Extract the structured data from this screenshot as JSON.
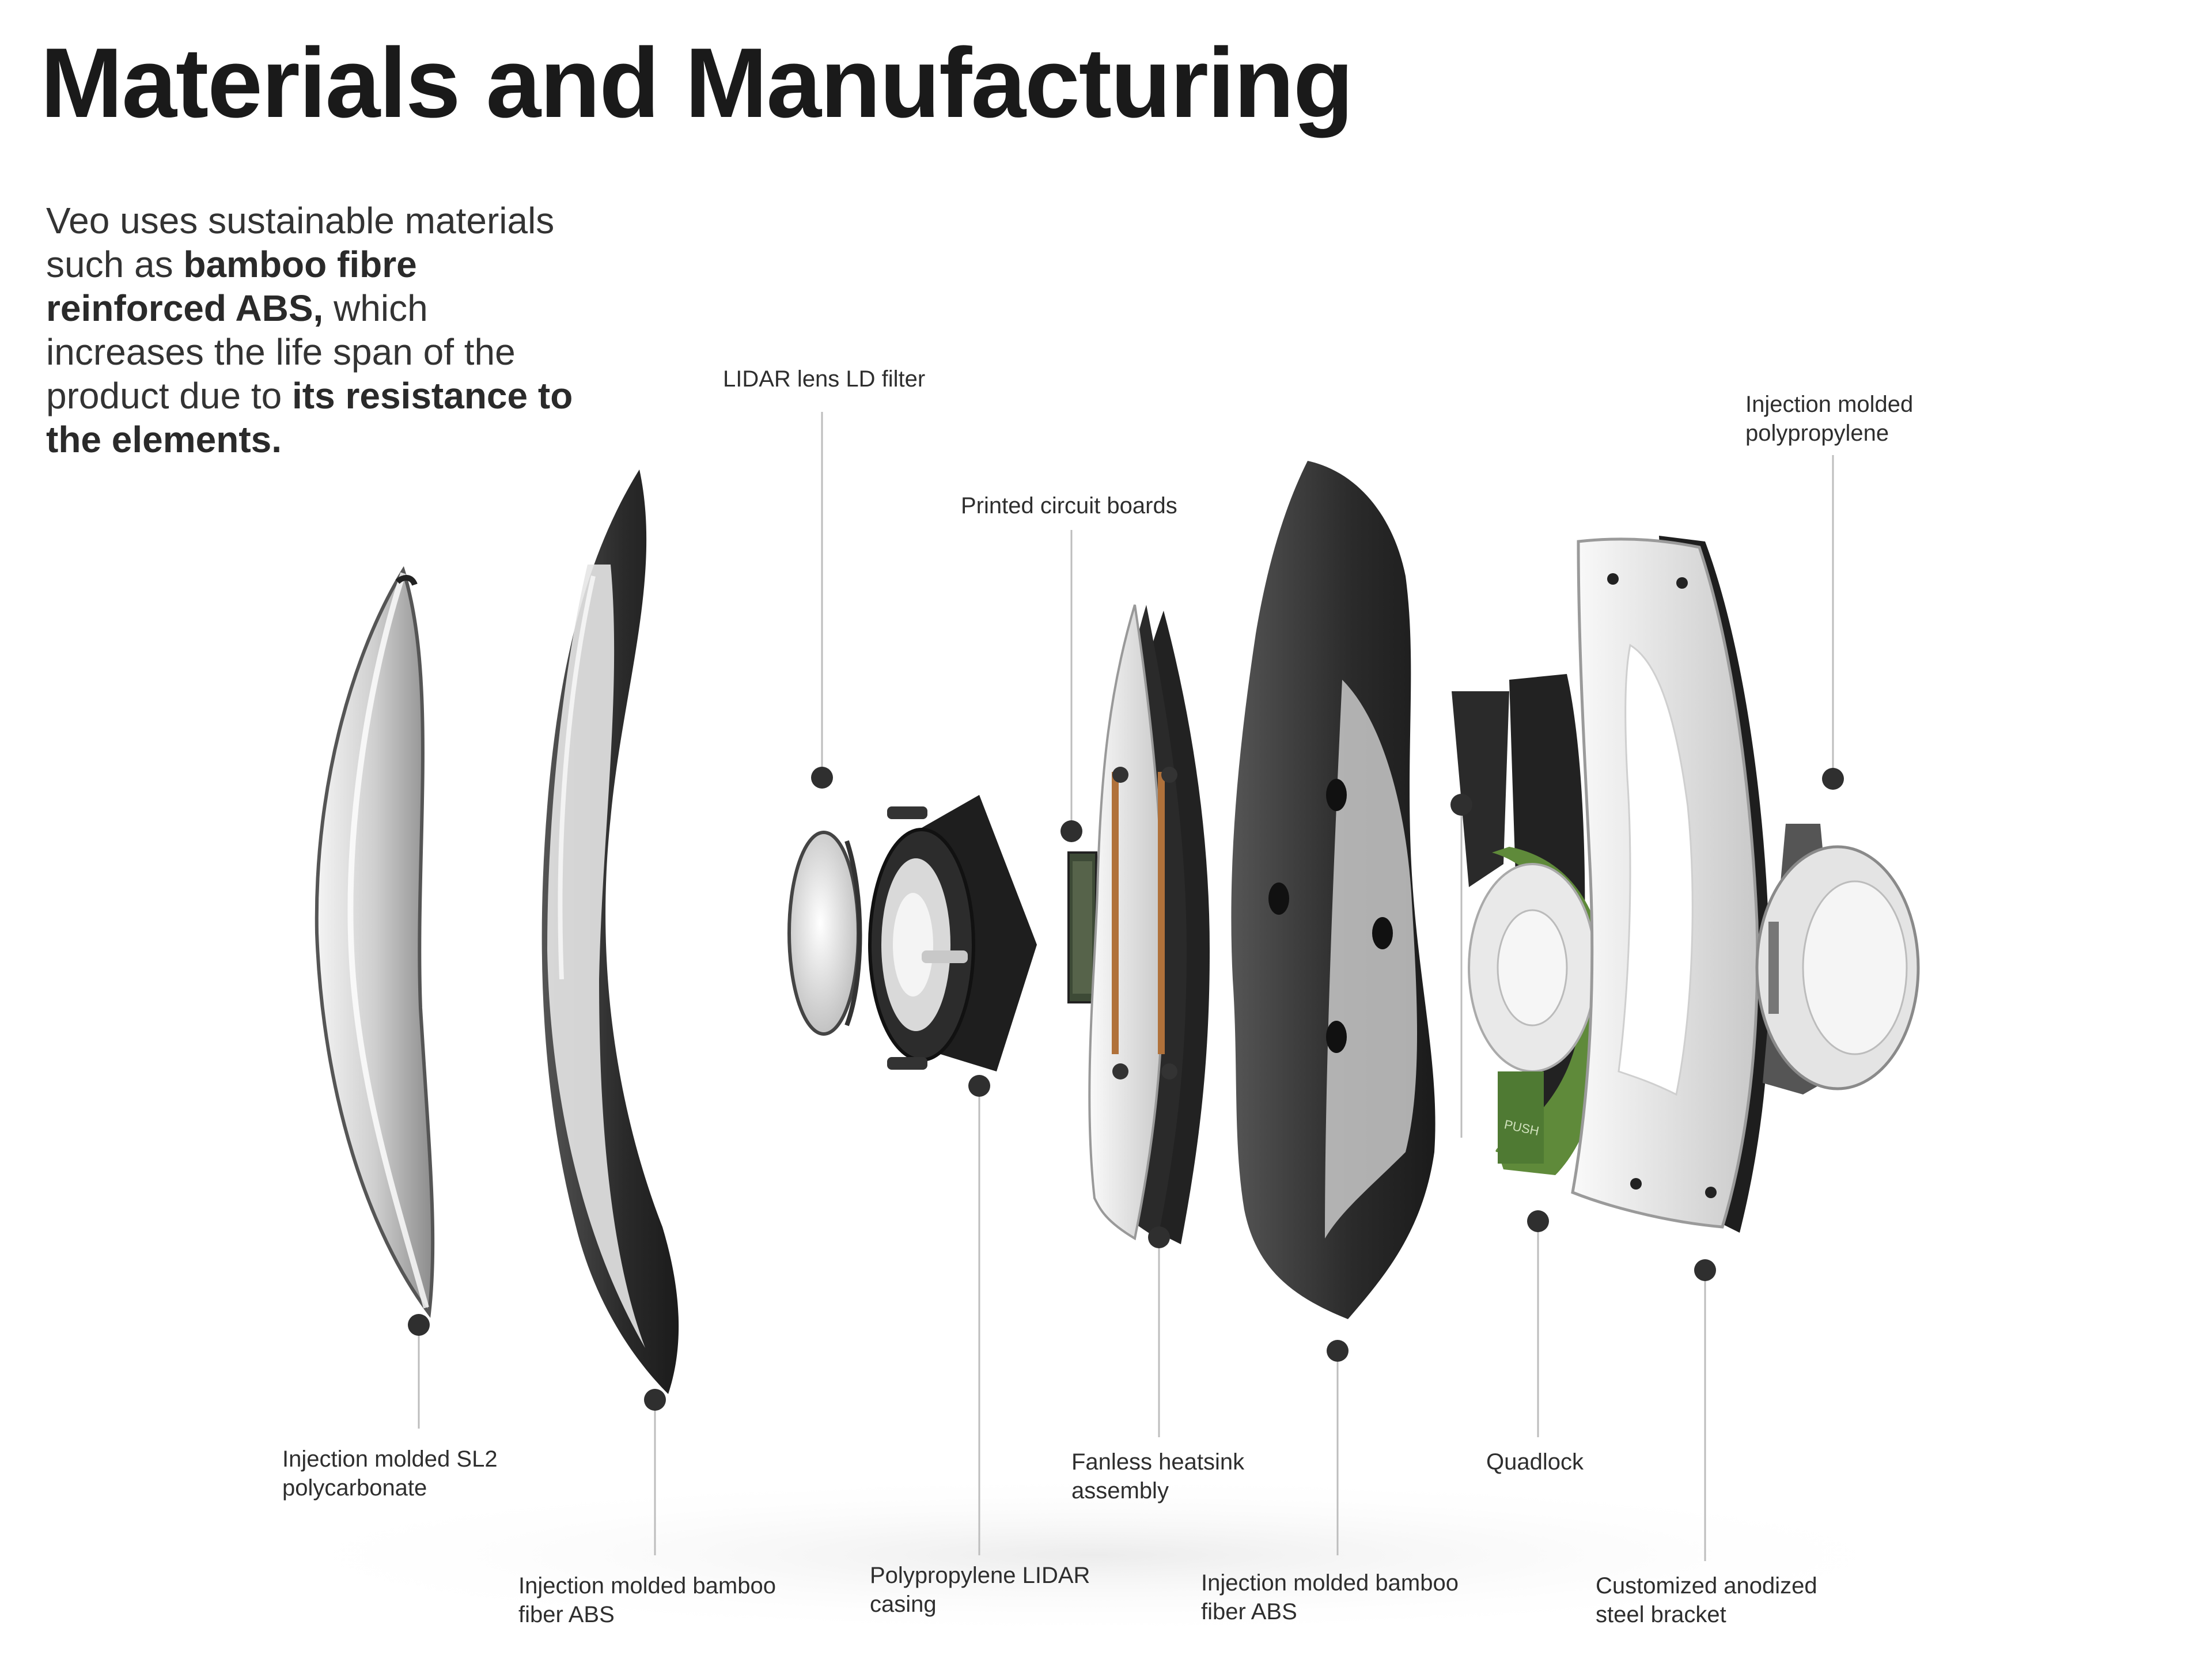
{
  "page": {
    "title": "Materials and Manufacturing",
    "intro": {
      "t1": "Veo uses sustainable materials such as ",
      "b1": "bamboo fibre reinforced ABS,",
      "t2": " which increases the life span of the product due to ",
      "b2": "its resistance to the elements."
    }
  },
  "labels": {
    "polycarbonate_shell": "Injection molded SL2\npolycarbonate",
    "bamboo_abs_front": "Injection molded bamboo\nfiber ABS",
    "lidar_filter": "LIDAR lens LD filter",
    "lidar_casing": "Polypropylene LIDAR\ncasing",
    "circuit_boards": "Printed circuit boards",
    "heatsink": "Fanless heatsink\nassembly",
    "bamboo_abs_rear": "Injection molded bamboo\nfiber ABS",
    "quadlock": "Quadlock",
    "polypropylene_mount": "Injection molded\npolypropylene",
    "steel_bracket": "Customized anodized\nsteel bracket"
  },
  "quadlock_push": "PUSH",
  "colors": {
    "ink": "#1a1a1a",
    "leader_dot": "#2f2f2f",
    "leader_line": "#bdbdbd",
    "shell_dark": "#2a2a2a",
    "shell_light": "#d8d8d8",
    "quadlock_green": "#5f8a3a"
  }
}
